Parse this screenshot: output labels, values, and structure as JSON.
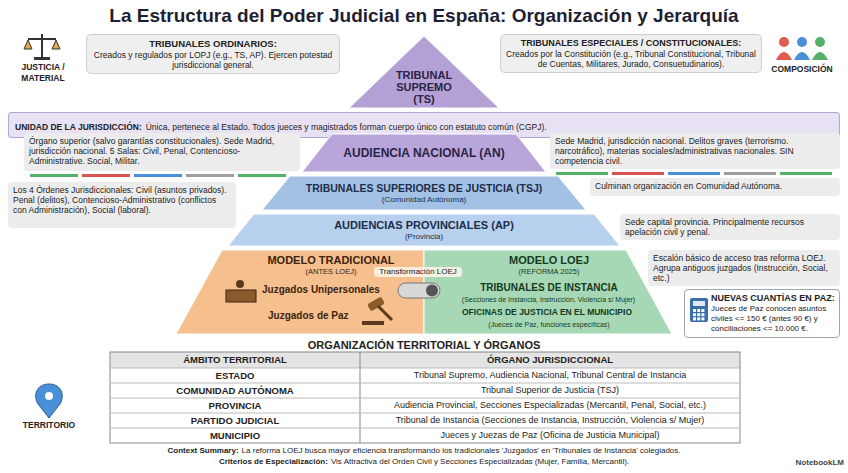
{
  "diagram": {
    "title": "La Estructura del Poder Judicial en España: Organización y Jerarquía",
    "nodes": [
      {
        "text": [
          "TRIBUNALES ORDINARIOS:",
          "Creados y regulados por LOPJ (e.g., TS, AP). Ejercen potestad jurisdiccional general."
        ]
      },
      {
        "text": [
          "TRIBUNAL SUPREMO (TS)"
        ]
      },
      {
        "text": [
          "TRIBUNALES ESPECIALES / CONSTITUCIONALES:",
          "Creados por la Constitución (e.g., Tribunal Constitucional, Tribunal de Cuentas, Militares, Jurado, Consuetudinarios)."
        ]
      },
      {
        "text": [
          "UNIDAD DE LA JURISDICCIÓN:",
          "Única, pertenece al Estado. Todos jueces y magistrados forman cuerpo único con estatuto común (CGPJ)."
        ]
      },
      {
        "text": [
          "Órgano superior (salvo garantías constitucionales). Sede Madrid, jurisdicción nacional. 5 Salas: Civil, Penal, Contencioso-Administrative. Social, Militar."
        ]
      },
      {
        "text": [
          "AUDIENCIA NACIONAL (AN)"
        ]
      },
      {
        "text": [
          "Sede Madrid, jurisdicción nacional. Delitos graves (terrorismo. narcotráfico), materias sociales/administrativas nacionales. SIN competencia civil."
        ]
      },
      {
        "text": [
          "TRIBUNALES SUPERIORES DE JUSTICIA (TSJ)",
          "(Comunidad Autónoma)"
        ]
      },
      {
        "text": [
          "Culminan organización en Comunidad Autónoma."
        ]
      },
      {
        "text": [
          "Los 4 Órdenes Jurisdiccionales: Civil (asuntos privados). Penal (delitos), Contencioso-Administrativo (conflictos con Administración), Social (laboral)."
        ]
      },
      {
        "text": [
          "AUDIENCIAS PROVINCIALES (AP)",
          "(Provincia)"
        ]
      },
      {
        "text": [
          "Sede capital provincia. Principalmente recursos apelación civil y penal."
        ]
      },
      {
        "text": [
          "MODELO TRADICIONAL",
          "(ANTES LOEJ)",
          "Juzgados Unipersonales",
          "Juzgados de Paz"
        ]
      },
      {
        "text": [
          "MODELO LOEJ",
          "(REFORMA 2025)",
          "TRIBUNALES DE INSTANCIA",
          "(Secciones de Instancia, Instrucción, Violencia s/ Mujer)",
          "OFICINAS DE JUSTICIA EN EL MUNICIPIO",
          "(Jueces de Paz, funciones específicas)"
        ]
      },
      {
        "text": [
          "Escalón básico de acceso tras reforma LOEJ. Agrupa antiguos juzgados (Instrucción, Social, etc.)"
        ]
      },
      {
        "text": [
          "NUEVAS CUANTÍAS EN PAZ:",
          "Jueces de Paz conocen asuntos civiles <= 150 € (antes 90 €) y conciliaciones <= 10.000 €."
        ]
      }
    ],
    "labels": [
      "JUSTICIA / MATERIAL",
      "COMPOSICIÓN",
      "Transformación LOEJ",
      "ORGANIZACIÓN TERRITORIAL Y ÓRGANOS",
      "ÁMBITO TERRITORIAL",
      "ÓRGANO JURISDICCIONAL",
      "ESTADO",
      "Tribunal Supremo, Audiencia Nacional, Tribunal Central de Instancia",
      "COMUNIDAD AUTÓNOMA",
      "Tribunal Superior de Justicia (TSJ)",
      "PROVINCIA",
      "Audiencia Provincial, Secciones Especializadas (Mercantil, Penal, Social, etc.)",
      "PARTIDO JUDICIAL",
      "Tribunal de Instancia (Secciones de Instancia, Instrucción, Violencia s/ Mujer)",
      "MUNICIPIO",
      "Jueces y Juezas de Paz (Oficina de Justicia Municipal)",
      "TERRITORIO",
      "Context Summary:",
      "La reforma LOEJ busca mayor eficiencia transformando los tradicionales 'Juzgados' en 'Tribunales de Instancia' colegiados.",
      "Criterios de Especialización:",
      "Vis Attractiva del Orden Civil y Secciones Especializadas (Mujer, Familia, Mercantil).",
      "NotebookLM"
    ]
  }
}
